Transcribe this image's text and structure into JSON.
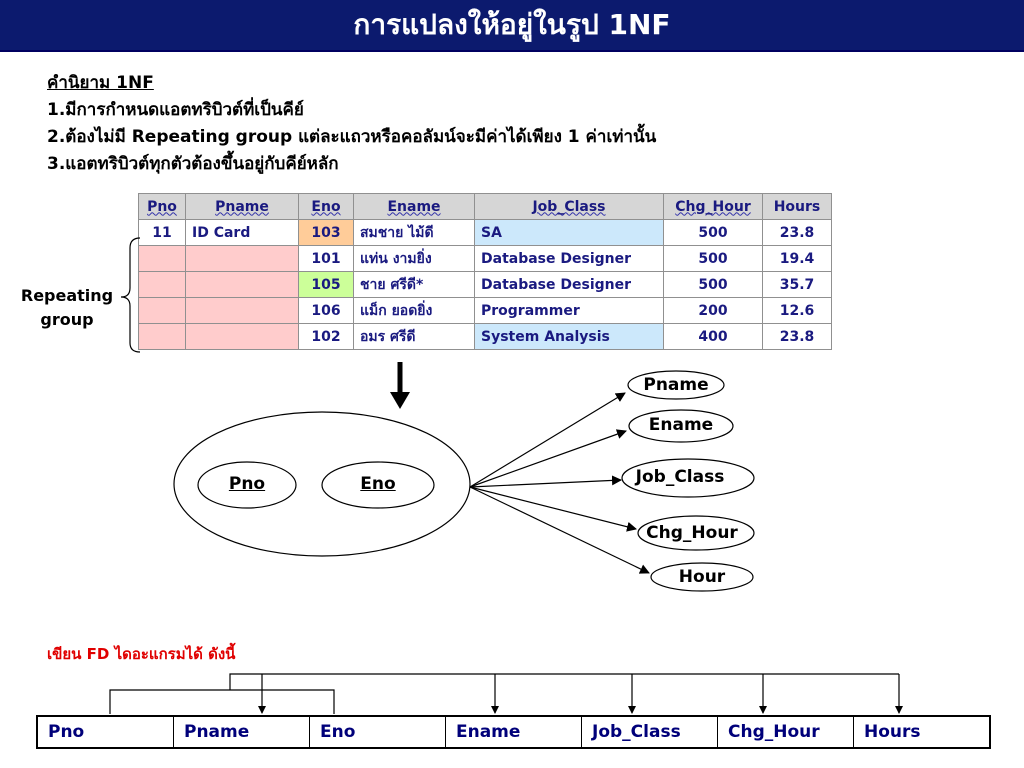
{
  "title": "การแปลงให้อยู่ในรูป 1NF",
  "definition": {
    "heading": "คำนิยาม 1NF",
    "rules": [
      "1.มีการกำหนดแอตทริบิวต์ที่เป็นคีย์",
      "2.ต้องไม่มี Repeating group แต่ละแถวหรือคอลัมน์จะมีค่าได้เพียง 1 ค่าเท่านั้น",
      "3.แอตทริบิวต์ทุกตัวต้องขึ้นอยู่กับคีย์หลัก"
    ]
  },
  "table": {
    "headers": [
      "Pno",
      "Pname",
      "Eno",
      "Ename",
      "Job_Class",
      "Chg_Hour",
      "Hours"
    ],
    "rows": [
      [
        "11",
        "ID Card",
        "103",
        "สมชาย ไม้ดี",
        "SA",
        "500",
        "23.8"
      ],
      [
        "",
        "",
        "101",
        "แท่น งามยิ่ง",
        "Database Designer",
        "500",
        "19.4"
      ],
      [
        "",
        "",
        "105",
        "ชาย ศรีดี*",
        "Database Designer",
        "500",
        "35.7"
      ],
      [
        "",
        "",
        "106",
        "แม็ก ยอดยิ่ง",
        "Programmer",
        "200",
        "12.6"
      ],
      [
        "",
        "",
        "102",
        "อมร ศรีดี",
        "System Analysis",
        "400",
        "23.8"
      ]
    ]
  },
  "repeating_group_label": "Repeating group",
  "diagram": {
    "keys": [
      "Pno",
      "Eno"
    ],
    "attributes": [
      "Pname",
      "Ename",
      "Job_Class",
      "Chg_Hour",
      "Hour"
    ]
  },
  "fd_caption": "เขียน FD ไดอะแกรมได้ ดังนี้",
  "fd_row": [
    "Pno",
    "Pname",
    "Eno",
    "Ename",
    "Job_Class",
    "Chg_Hour",
    "Hours"
  ],
  "colors": {
    "title_bg": "#0c1a6e",
    "caption_red": "#e00000",
    "table_text": "#1a1a80",
    "empty_cell": "#ffcccc"
  }
}
